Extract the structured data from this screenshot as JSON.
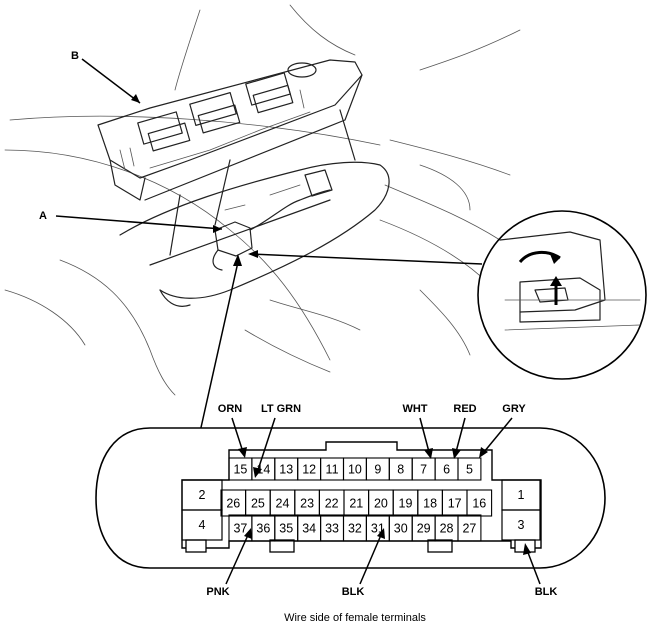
{
  "callouts": {
    "a": "A",
    "b": "B"
  },
  "wire_labels": {
    "orn": "ORN",
    "lt_grn": "LT GRN",
    "wht": "WHT",
    "red": "RED",
    "gry": "GRY",
    "pnk": "PNK",
    "blk_31": "BLK",
    "blk_3": "BLK"
  },
  "connector": {
    "top_row": [
      "15",
      "14",
      "13",
      "12",
      "11",
      "10",
      "9",
      "8",
      "7",
      "6",
      "5"
    ],
    "middle_row": [
      "26",
      "25",
      "24",
      "23",
      "22",
      "21",
      "20",
      "19",
      "18",
      "17",
      "16"
    ],
    "bottom_row": [
      "37",
      "36",
      "35",
      "34",
      "33",
      "32",
      "31",
      "30",
      "29",
      "28",
      "27"
    ],
    "left_upper": "2",
    "left_lower": "4",
    "right_upper": "1",
    "right_lower": "3"
  },
  "caption": "Wire side of female terminals"
}
